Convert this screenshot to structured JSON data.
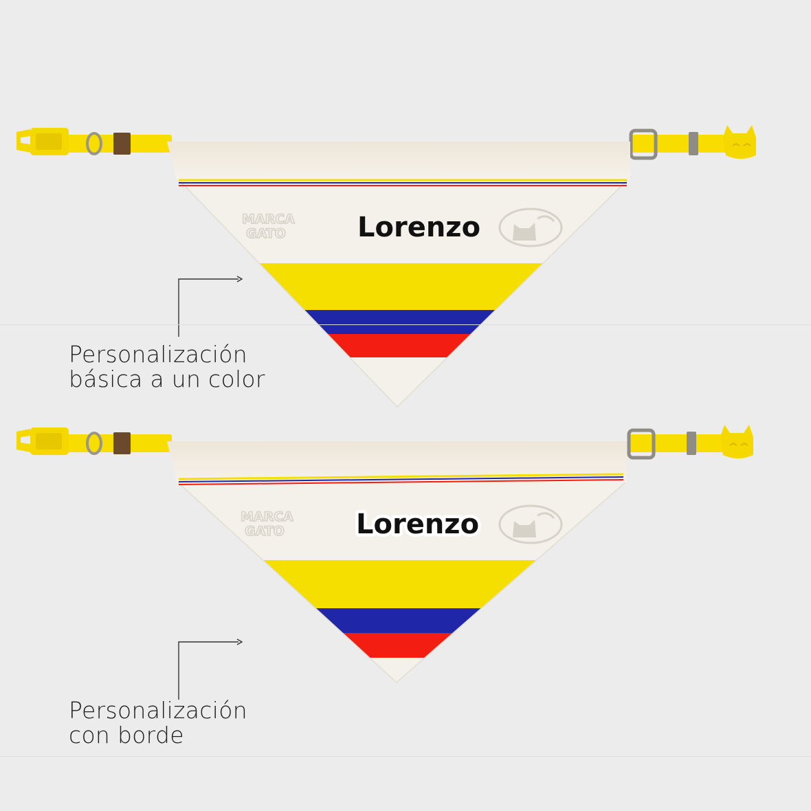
{
  "colors": {
    "background": "#ececec",
    "fabric": "#f4f1ea",
    "flag_yellow": "#f4df00",
    "flag_blue": "#1f27a8",
    "flag_red": "#f31d12",
    "strap_yellow": "#f7dd00",
    "label_text": "#1e1e1e",
    "watermark": "#d6d2c8"
  },
  "icons": {
    "buckle": "release-buckle-icon",
    "d_ring": "d-ring-icon",
    "slider": "strap-slider-icon",
    "clasp": "cat-face-clasp-icon",
    "mascot": "cat-mascot-icon"
  },
  "products": [
    {
      "pet_name": "Lorenzo",
      "name_style": "one-color",
      "brand_logo": {
        "line1": "MARCA",
        "line2": "GATO"
      },
      "caption": {
        "line1": "Personalización",
        "line2": "básica a un color"
      }
    },
    {
      "pet_name": "Lorenzo",
      "name_style": "outlined",
      "brand_logo": {
        "line1": "MARCA",
        "line2": "GATO"
      },
      "caption": {
        "line1": "Personalización",
        "line2": "con borde"
      }
    }
  ]
}
